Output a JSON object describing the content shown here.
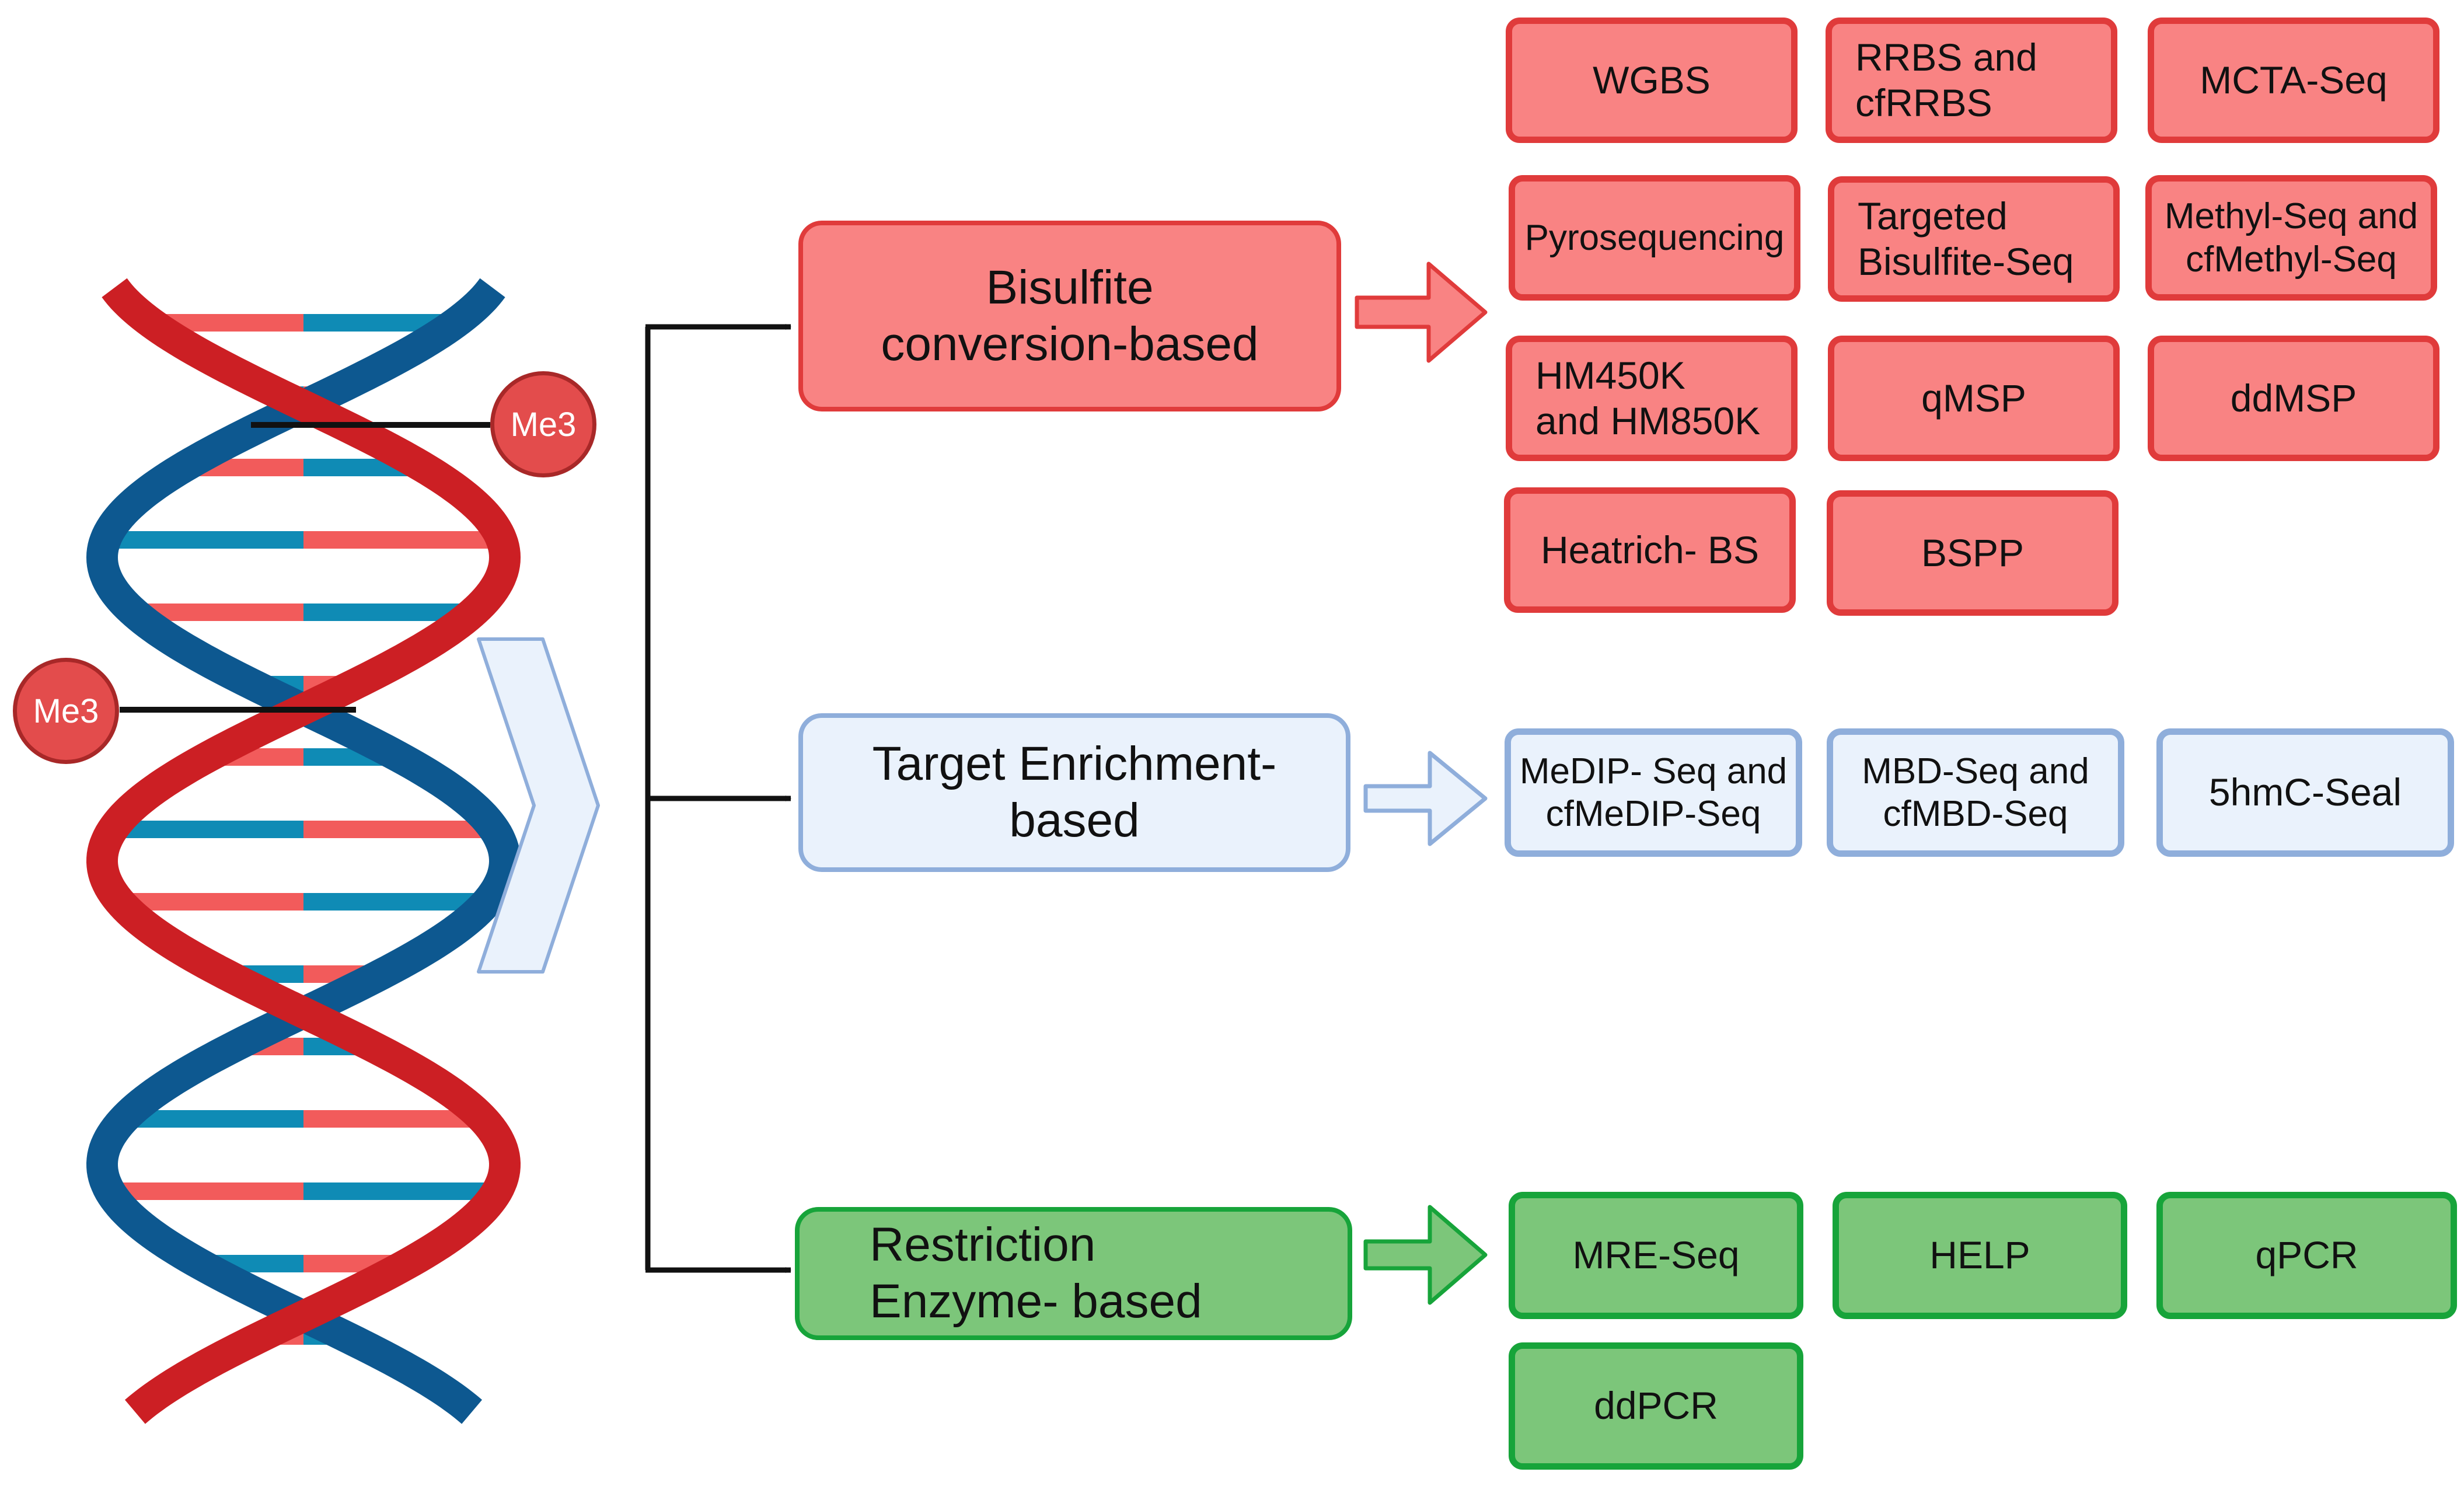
{
  "colors": {
    "bisulfite_fill": "#f98383",
    "bisulfite_border": "#e03b3b",
    "enrichment_fill": "#eaf2fc",
    "enrichment_border": "#8faedb",
    "restriction_fill": "#7cc67a",
    "restriction_border": "#17a43a",
    "dna_strand_red": "#cc1f24",
    "dna_strand_blue": "#0d5890",
    "methyl_mark": "#e34c4c"
  },
  "dna": {
    "methyl_labels": [
      "Me3",
      "Me3"
    ]
  },
  "categories": {
    "bisulfite": "Bisulfite\nconversion-based",
    "enrichment": "Target Enrichment-\nbased",
    "restriction": "Restriction\nEnzyme- based"
  },
  "methods": {
    "bisulfite": [
      "WGBS",
      "RRBS and\ncfRRBS",
      "MCTA-Seq",
      "Pyrosequencing",
      "Targeted\nBisulfite-Seq",
      "Methyl-Seq and\ncfMethyl-Seq",
      "HM450K\nand HM850K",
      "qMSP",
      "ddMSP",
      "Heatrich- BS",
      "BSPP"
    ],
    "enrichment": [
      "MeDIP- Seq and\ncfMeDIP-Seq",
      "MBD-Seq and\ncfMBD-Seq",
      "5hmC-Seal"
    ],
    "restriction": [
      "MRE-Seq",
      "HELP",
      "qPCR",
      "ddPCR"
    ]
  }
}
